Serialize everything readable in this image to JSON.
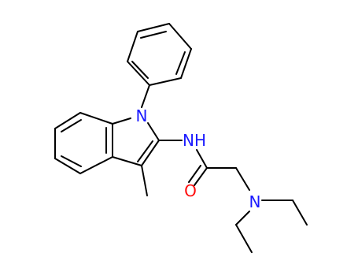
{
  "molecule": {
    "atoms": {
      "n_indole": "N",
      "nh_amide": "NH",
      "o_carbonyl": "O",
      "n_amine": "N"
    }
  },
  "colors": {
    "bond": "#000000",
    "nitrogen": "#1a1aff",
    "oxygen": "#ff0d0d",
    "background": "#ffffff"
  }
}
